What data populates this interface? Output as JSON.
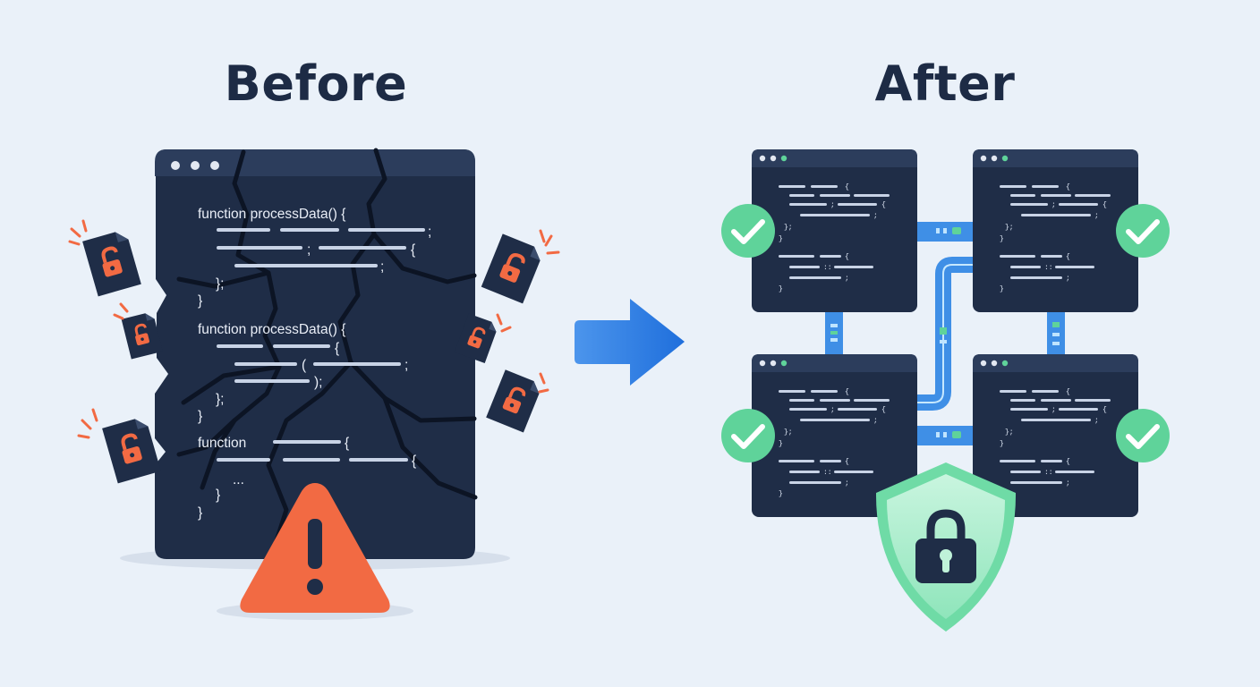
{
  "before": {
    "title": "Before",
    "code_lines": [
      "function processData() {",
      ";",
      ";",
      ";",
      "};",
      "}",
      "function processData() {",
      "{",
      "(",
      ";",
      ");",
      "};",
      "}",
      "function",
      "{",
      "{",
      "...",
      "}",
      "}"
    ]
  },
  "after": {
    "title": "After",
    "module_code": [
      "{",
      "{",
      ";",
      "{",
      ";",
      "};",
      "}",
      "{",
      "::",
      ";",
      "}"
    ]
  },
  "colors": {
    "background": "#eaf1f9",
    "dark_panel": "#1d2b45",
    "warning": "#f26a43",
    "arrow": "#2f7de1",
    "success": "#5fd39a",
    "connector": "#3f8fe6"
  },
  "icons": {
    "warning": "warning-triangle-icon",
    "unlocked": "unlocked-file-icon",
    "check": "check-circle-icon",
    "shield": "shield-lock-icon",
    "arrow": "right-arrow-icon"
  }
}
